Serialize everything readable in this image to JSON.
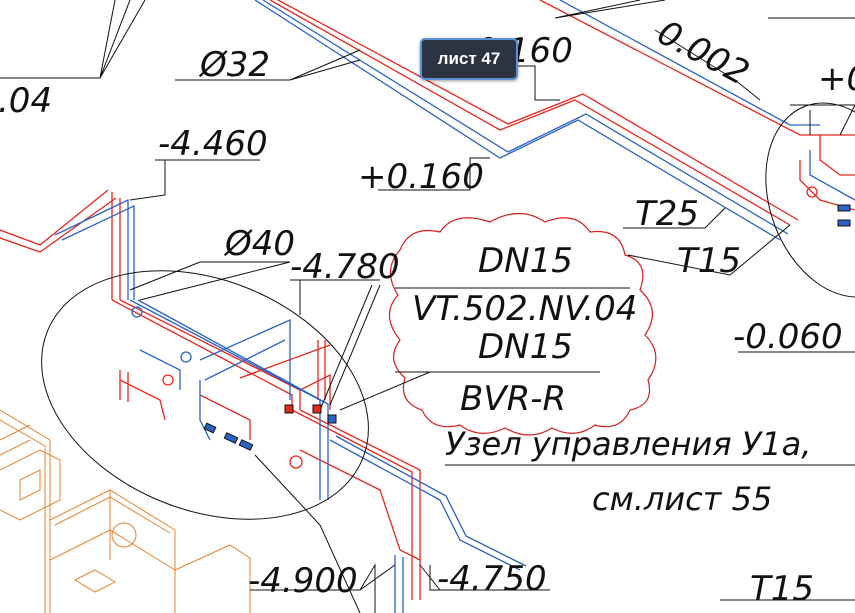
{
  "tooltip": {
    "label": "лист 47"
  },
  "annotations": {
    "dim_partial_top_left": ".04",
    "diameter_32": "Ø32",
    "level_plus_0160_top": "+0.160",
    "slope_0002": "0.002",
    "level_partial_top_right": "+0",
    "level_minus_4460": "-4.460",
    "level_plus_0160_mid": "+0.160",
    "pipe_t25": "T25",
    "pipe_t15_mid": "T15",
    "diameter_40": "Ø40",
    "level_minus_4780": "-4.780",
    "valve_dn15_1": "DN15",
    "valve_model_1": "VT.502.NV.04",
    "valve_dn15_2": "DN15",
    "valve_model_2": "BVR-R",
    "level_minus_0060": "-0.060",
    "node_title": "Узел управления У1а,",
    "node_ref": "см.лист 55",
    "level_minus_4900": "-4.900",
    "level_minus_4750": "-4.750",
    "pipe_t15_bottom": "T15"
  },
  "colors": {
    "supply": "#e8261c",
    "return": "#2a62c8",
    "annotation": "#111111",
    "cloud": "#d81f1f",
    "tooltip_bg": "#2b3440"
  }
}
